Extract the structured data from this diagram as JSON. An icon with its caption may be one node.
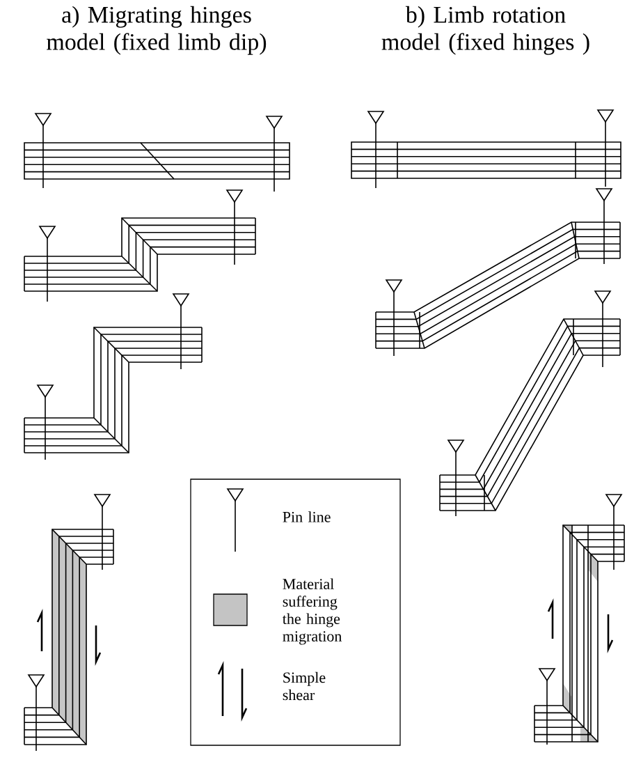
{
  "diagram": {
    "labels": [
      "a) Migrating hinges model (fixed limb dip)",
      "b) Limb rotation model (fixed hinges )"
    ],
    "legend": [
      {
        "text": "Pin line"
      },
      {
        "text": "Material suffering the hinge migration",
        "color": "#c4c4c4"
      },
      {
        "text": "Simple shear"
      }
    ]
  }
}
